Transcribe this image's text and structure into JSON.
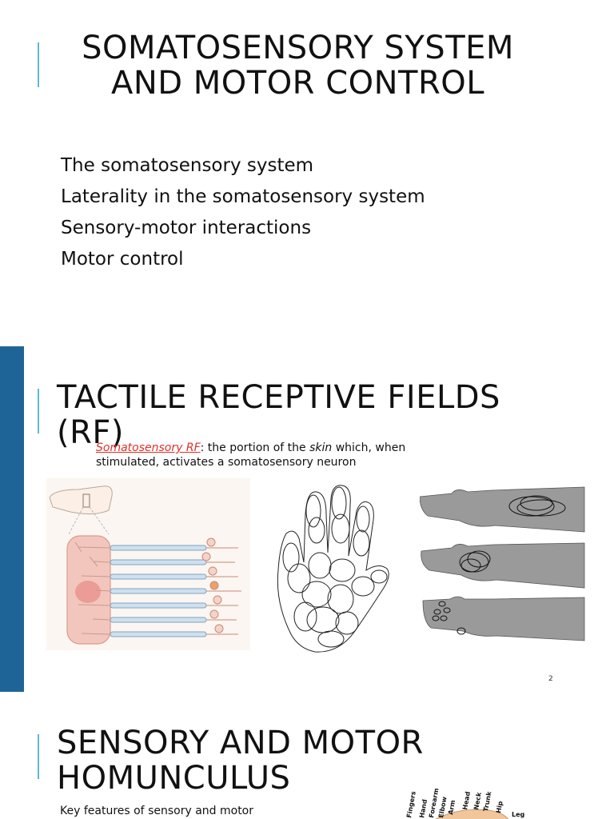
{
  "slide1": {
    "title_line1": "SOMATOSENSORY SYSTEM",
    "title_line2": "AND MOTOR CONTROL",
    "agenda": [
      "The somatosensory system",
      "Laterality in the somatosensory system",
      "Sensory-motor interactions",
      "Motor control"
    ]
  },
  "slide2": {
    "title_line1": "TACTILE RECEPTIVE FIELDS",
    "title_line2": "(RF)",
    "definition_term": "Somatosensory RF",
    "definition_part1": ": the portion of the ",
    "definition_emph": "skin",
    "definition_part2": " which, when stimulated, activates a somatosensory neuron",
    "page_number": "2"
  },
  "slide3": {
    "title_line1": "SENSORY AND MOTOR",
    "title_line2": "HOMUNCULUS",
    "key_features": "Key features of sensory and motor",
    "body_parts": [
      "Fingers",
      "Hand",
      "Forearm",
      "Elbow",
      "Arm",
      "Head",
      "Neck",
      "Trunk",
      "Hip",
      "Leg"
    ]
  },
  "colors": {
    "sidebar": "#1f6497",
    "accent_line": "#5bb8d4",
    "definition_term": "#e0302a"
  }
}
